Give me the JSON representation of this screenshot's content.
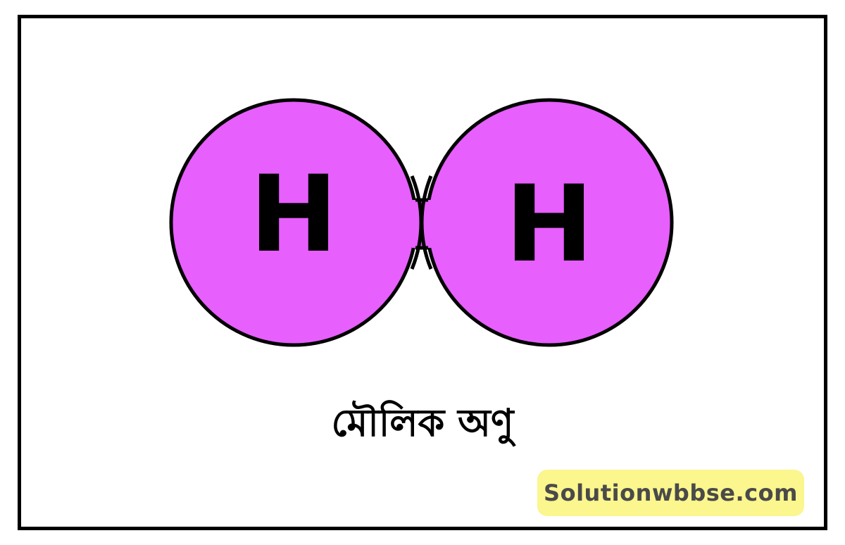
{
  "diagram": {
    "atoms": [
      {
        "symbol": "H"
      },
      {
        "symbol": "H"
      }
    ],
    "caption": "মৌলিক অণু"
  },
  "watermark": {
    "text": "Solutionwbbse.com"
  },
  "colors": {
    "atom_fill": "#e75ffd",
    "outline": "#000000",
    "watermark_bg": "#fbf68d",
    "watermark_text": "#4a4a4a"
  }
}
